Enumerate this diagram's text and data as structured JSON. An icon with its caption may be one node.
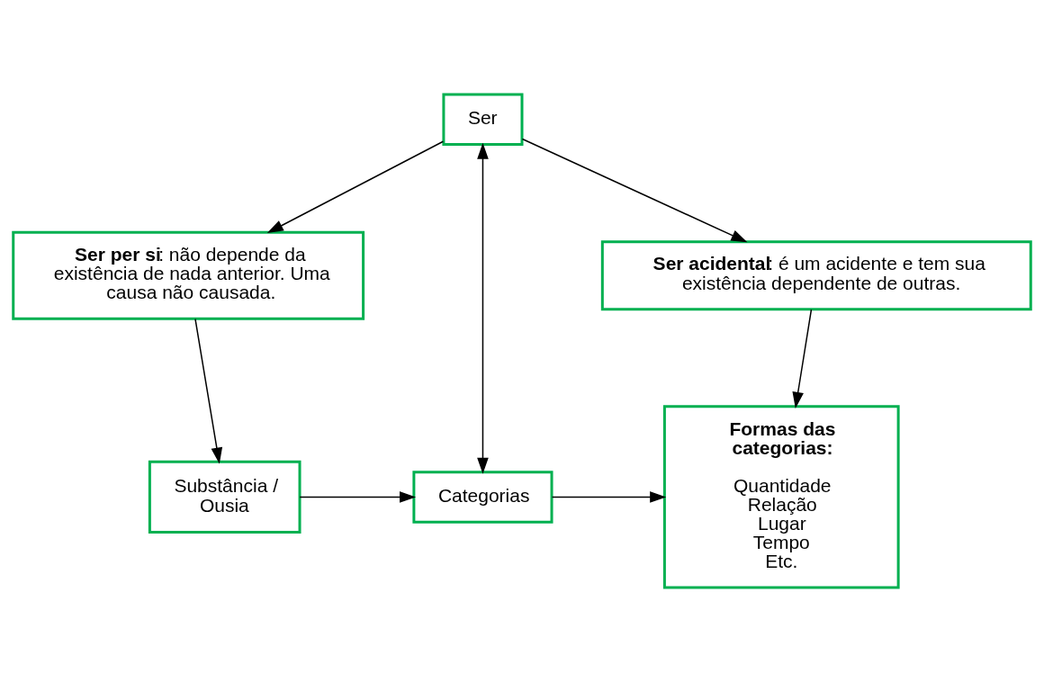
{
  "diagram": {
    "nodes": [
      {
        "text": [
          "Ser"
        ]
      },
      {
        "text": [
          "**Ser per si**: não depende da existência de nada anterior. Uma causa não causada."
        ]
      },
      {
        "text": [
          "**Ser acidental**: é um acidente e tem sua existência dependente de outras."
        ]
      },
      {
        "text": [
          "Substância / Ousia"
        ]
      },
      {
        "text": [
          "Categorias"
        ]
      },
      {
        "text": [
          "Formas das categorias:",
          "Quantidade",
          "Relação",
          "Lugar",
          "Tempo",
          "Etc."
        ]
      }
    ],
    "edges": [
      {
        "from": 0,
        "to": 1,
        "arrow": "to"
      },
      {
        "from": 0,
        "to": 2,
        "arrow": "to"
      },
      {
        "from": 0,
        "to": 4,
        "arrow": "both"
      },
      {
        "from": 1,
        "to": 3,
        "arrow": "to"
      },
      {
        "from": 2,
        "to": 5,
        "arrow": "to"
      },
      {
        "from": 3,
        "to": 4,
        "arrow": "to"
      },
      {
        "from": 4,
        "to": 5,
        "arrow": "to"
      }
    ]
  }
}
